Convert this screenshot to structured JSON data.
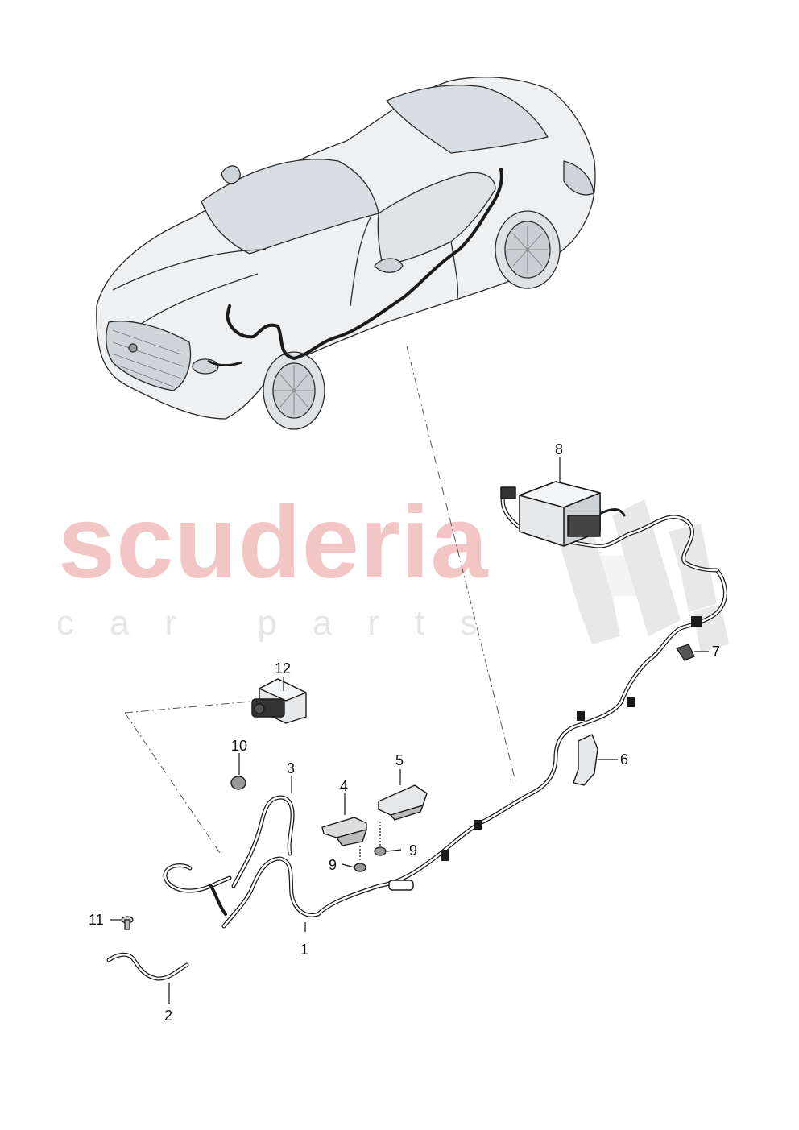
{
  "watermark": {
    "brand": "scuderia",
    "tagline": "car parts",
    "brand_color": "#f3c6c6",
    "flag_color": "#e4e4e4"
  },
  "callouts": [
    "1",
    "2",
    "3",
    "4",
    "5",
    "6",
    "7",
    "8",
    "9",
    "9",
    "10",
    "11",
    "12"
  ],
  "colors": {
    "line": "#222222",
    "wire": "#1a1a1a",
    "body": "#eef0f2",
    "body_shade": "#cfd4d8",
    "glass": "#d9dee2",
    "leader_dash": "#555555"
  }
}
